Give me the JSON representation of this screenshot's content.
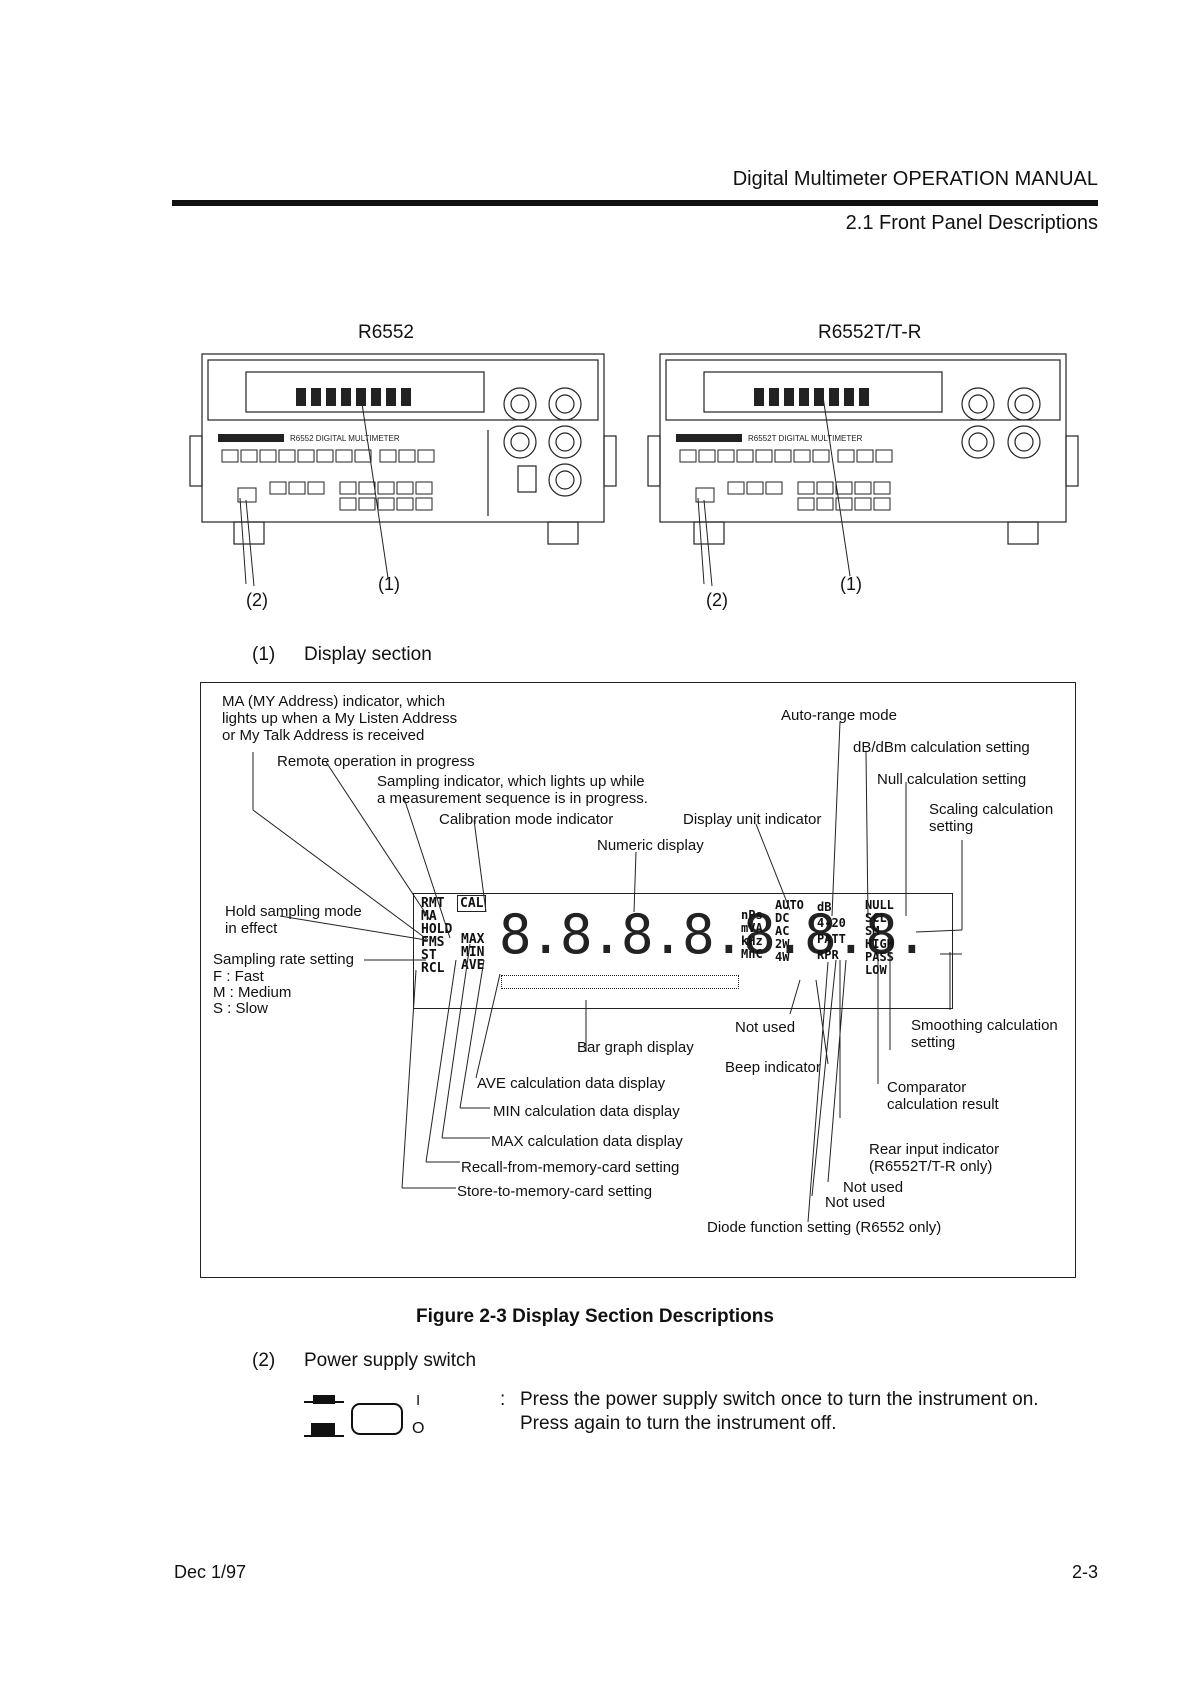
{
  "header": {
    "title": "Digital Multimeter OPERATION MANUAL",
    "section": "2.1 Front Panel Descriptions"
  },
  "instruments": {
    "left_model": "R6552",
    "right_model": "R6552T/T-R",
    "callout_1": "(1)",
    "callout_2": "(2)"
  },
  "section1": {
    "num": "(1)",
    "title": "Display section"
  },
  "figure": {
    "labels": {
      "ma_indicator": "MA (MY Address) indicator, which\nlights up when a My Listen Address\nor My Talk Address is received",
      "remote": "Remote operation in progress",
      "sampling_ind": "Sampling indicator, which lights up while\na measurement sequence is in progress.",
      "calibration": "Calibration mode indicator",
      "numeric": "Numeric display",
      "display_unit": "Display unit indicator",
      "auto_range": "Auto-range mode",
      "db": "dB/dBm calculation setting",
      "null": "Null calculation setting",
      "scaling": "Scaling calculation\nsetting",
      "hold": "Hold sampling mode\nin effect",
      "rate": "Sampling rate setting",
      "rate_f": "F  :  Fast",
      "rate_m": "M  :  Medium",
      "rate_s": "S  :  Slow",
      "not_used_1": "Not used",
      "bar_graph": "Bar graph display",
      "beep": "Beep indicator",
      "smoothing": "Smoothing calculation\nsetting",
      "ave": "AVE calculation data display",
      "comparator": "Comparator\ncalculation result",
      "min": "MIN calculation data display",
      "max": "MAX calculation data display",
      "rear": "Rear input indicator\n(R6552T/T-R only)",
      "recall": "Recall-from-memory-card setting",
      "store": "Store-to-memory-card setting",
      "not_used_2": "Not used",
      "not_used_3": "Not used",
      "diode": "Diode function setting (R6552 only)"
    },
    "lcd": {
      "left": [
        "RMT",
        "MA",
        "HOLD",
        "FMS",
        "ST",
        "RCL"
      ],
      "cal": "CAL",
      "mid": [
        "MAX",
        "MIN",
        "AVE"
      ],
      "digits": "8.8.8.8.8.8.8.",
      "units": [
        "nPs",
        "mVA",
        "kHz",
        "MnC"
      ],
      "acdc": [
        "AUTO",
        "DC",
        "AC",
        "2W",
        "4W"
      ],
      "db_col": [
        "dB",
        "4-20",
        "PATT",
        "RPR"
      ],
      "right": [
        "NULL",
        "SCL",
        "SM",
        "HIGH",
        "PASS",
        "LOW"
      ]
    },
    "caption": "Figure 2-3 Display Section Descriptions"
  },
  "section2": {
    "num": "(2)",
    "title": "Power supply switch",
    "colon": ":",
    "line1": "Press the power supply switch once to turn the instrument on.",
    "line2": "Press again to turn the instrument off.",
    "on_symbol": "I",
    "off_symbol": "O"
  },
  "footer": {
    "date": "Dec 1/97",
    "page": "2-3"
  }
}
